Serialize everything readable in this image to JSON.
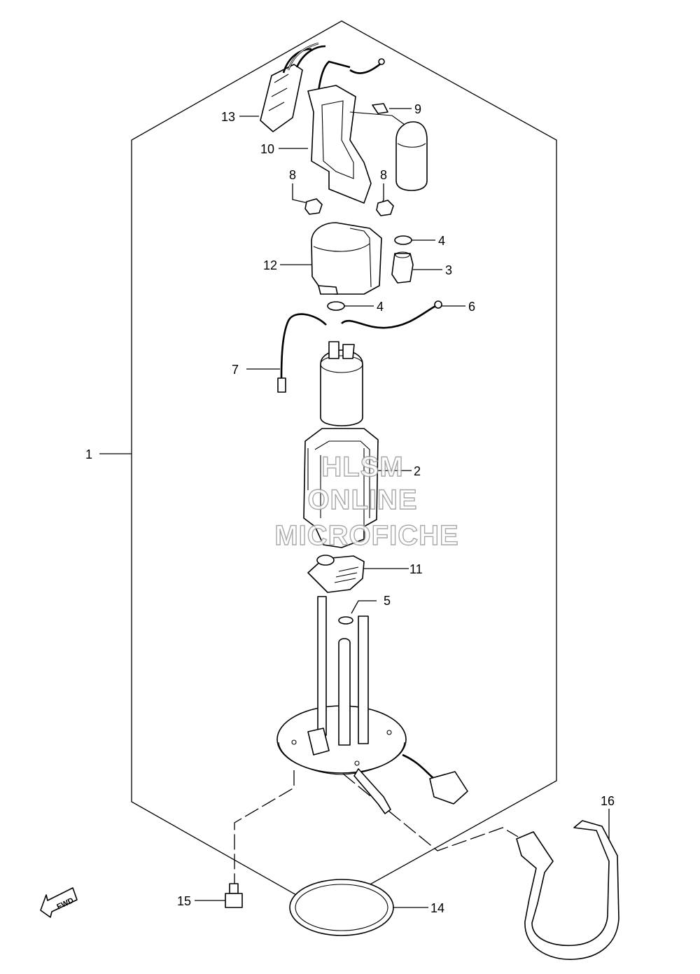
{
  "callouts": {
    "c1": "1",
    "c2": "2",
    "c3": "3",
    "c4a": "4",
    "c4b": "4",
    "c5": "5",
    "c6": "6",
    "c7": "7",
    "c8a": "8",
    "c8b": "8",
    "c9": "9",
    "c10": "10",
    "c11": "11",
    "c12": "12",
    "c13": "13",
    "c14": "14",
    "c15": "15",
    "c16": "16"
  },
  "direction_arrow": {
    "label": "FWD"
  },
  "watermark": {
    "line1": "HLSM",
    "line2": "ONLINE",
    "line3": "MICROFICHE"
  }
}
